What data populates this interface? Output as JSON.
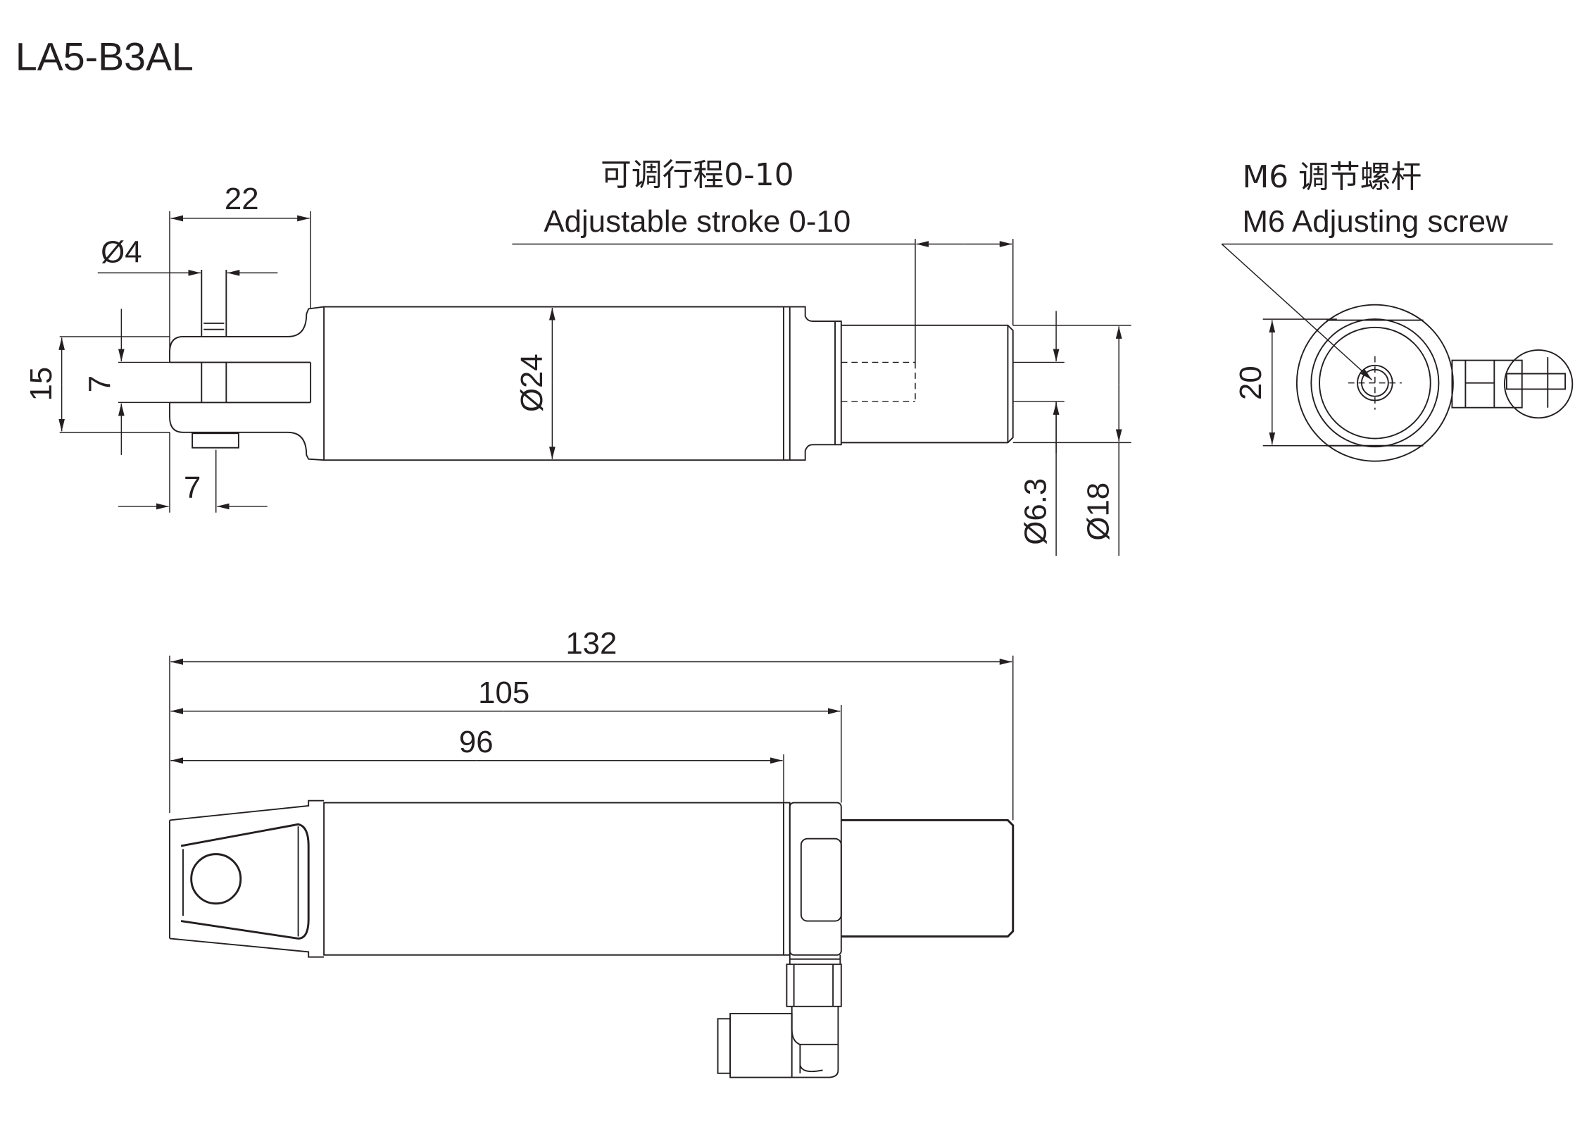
{
  "title": "LA5-B3AL",
  "top_view": {
    "dim_clevis_length": "22",
    "dim_pin_diameter": "Ø4",
    "dim_clevis_height": "15",
    "dim_slot_width": "7",
    "dim_pin_offset": "7",
    "dim_body_diameter": "Ø24",
    "dim_screw_diameter": "Ø6.3",
    "dim_rod_diameter": "Ø18",
    "stroke_label_cn": "可调行程0-10",
    "stroke_label_en": "Adjustable stroke 0-10"
  },
  "end_view": {
    "screw_label_cn": "M6 调节螺杆",
    "screw_label_en": "M6 Adjusting screw",
    "dim_flat_width": "20"
  },
  "side_view": {
    "dim_total_length": "132",
    "dim_to_rod": "105",
    "dim_to_body_end": "96"
  }
}
